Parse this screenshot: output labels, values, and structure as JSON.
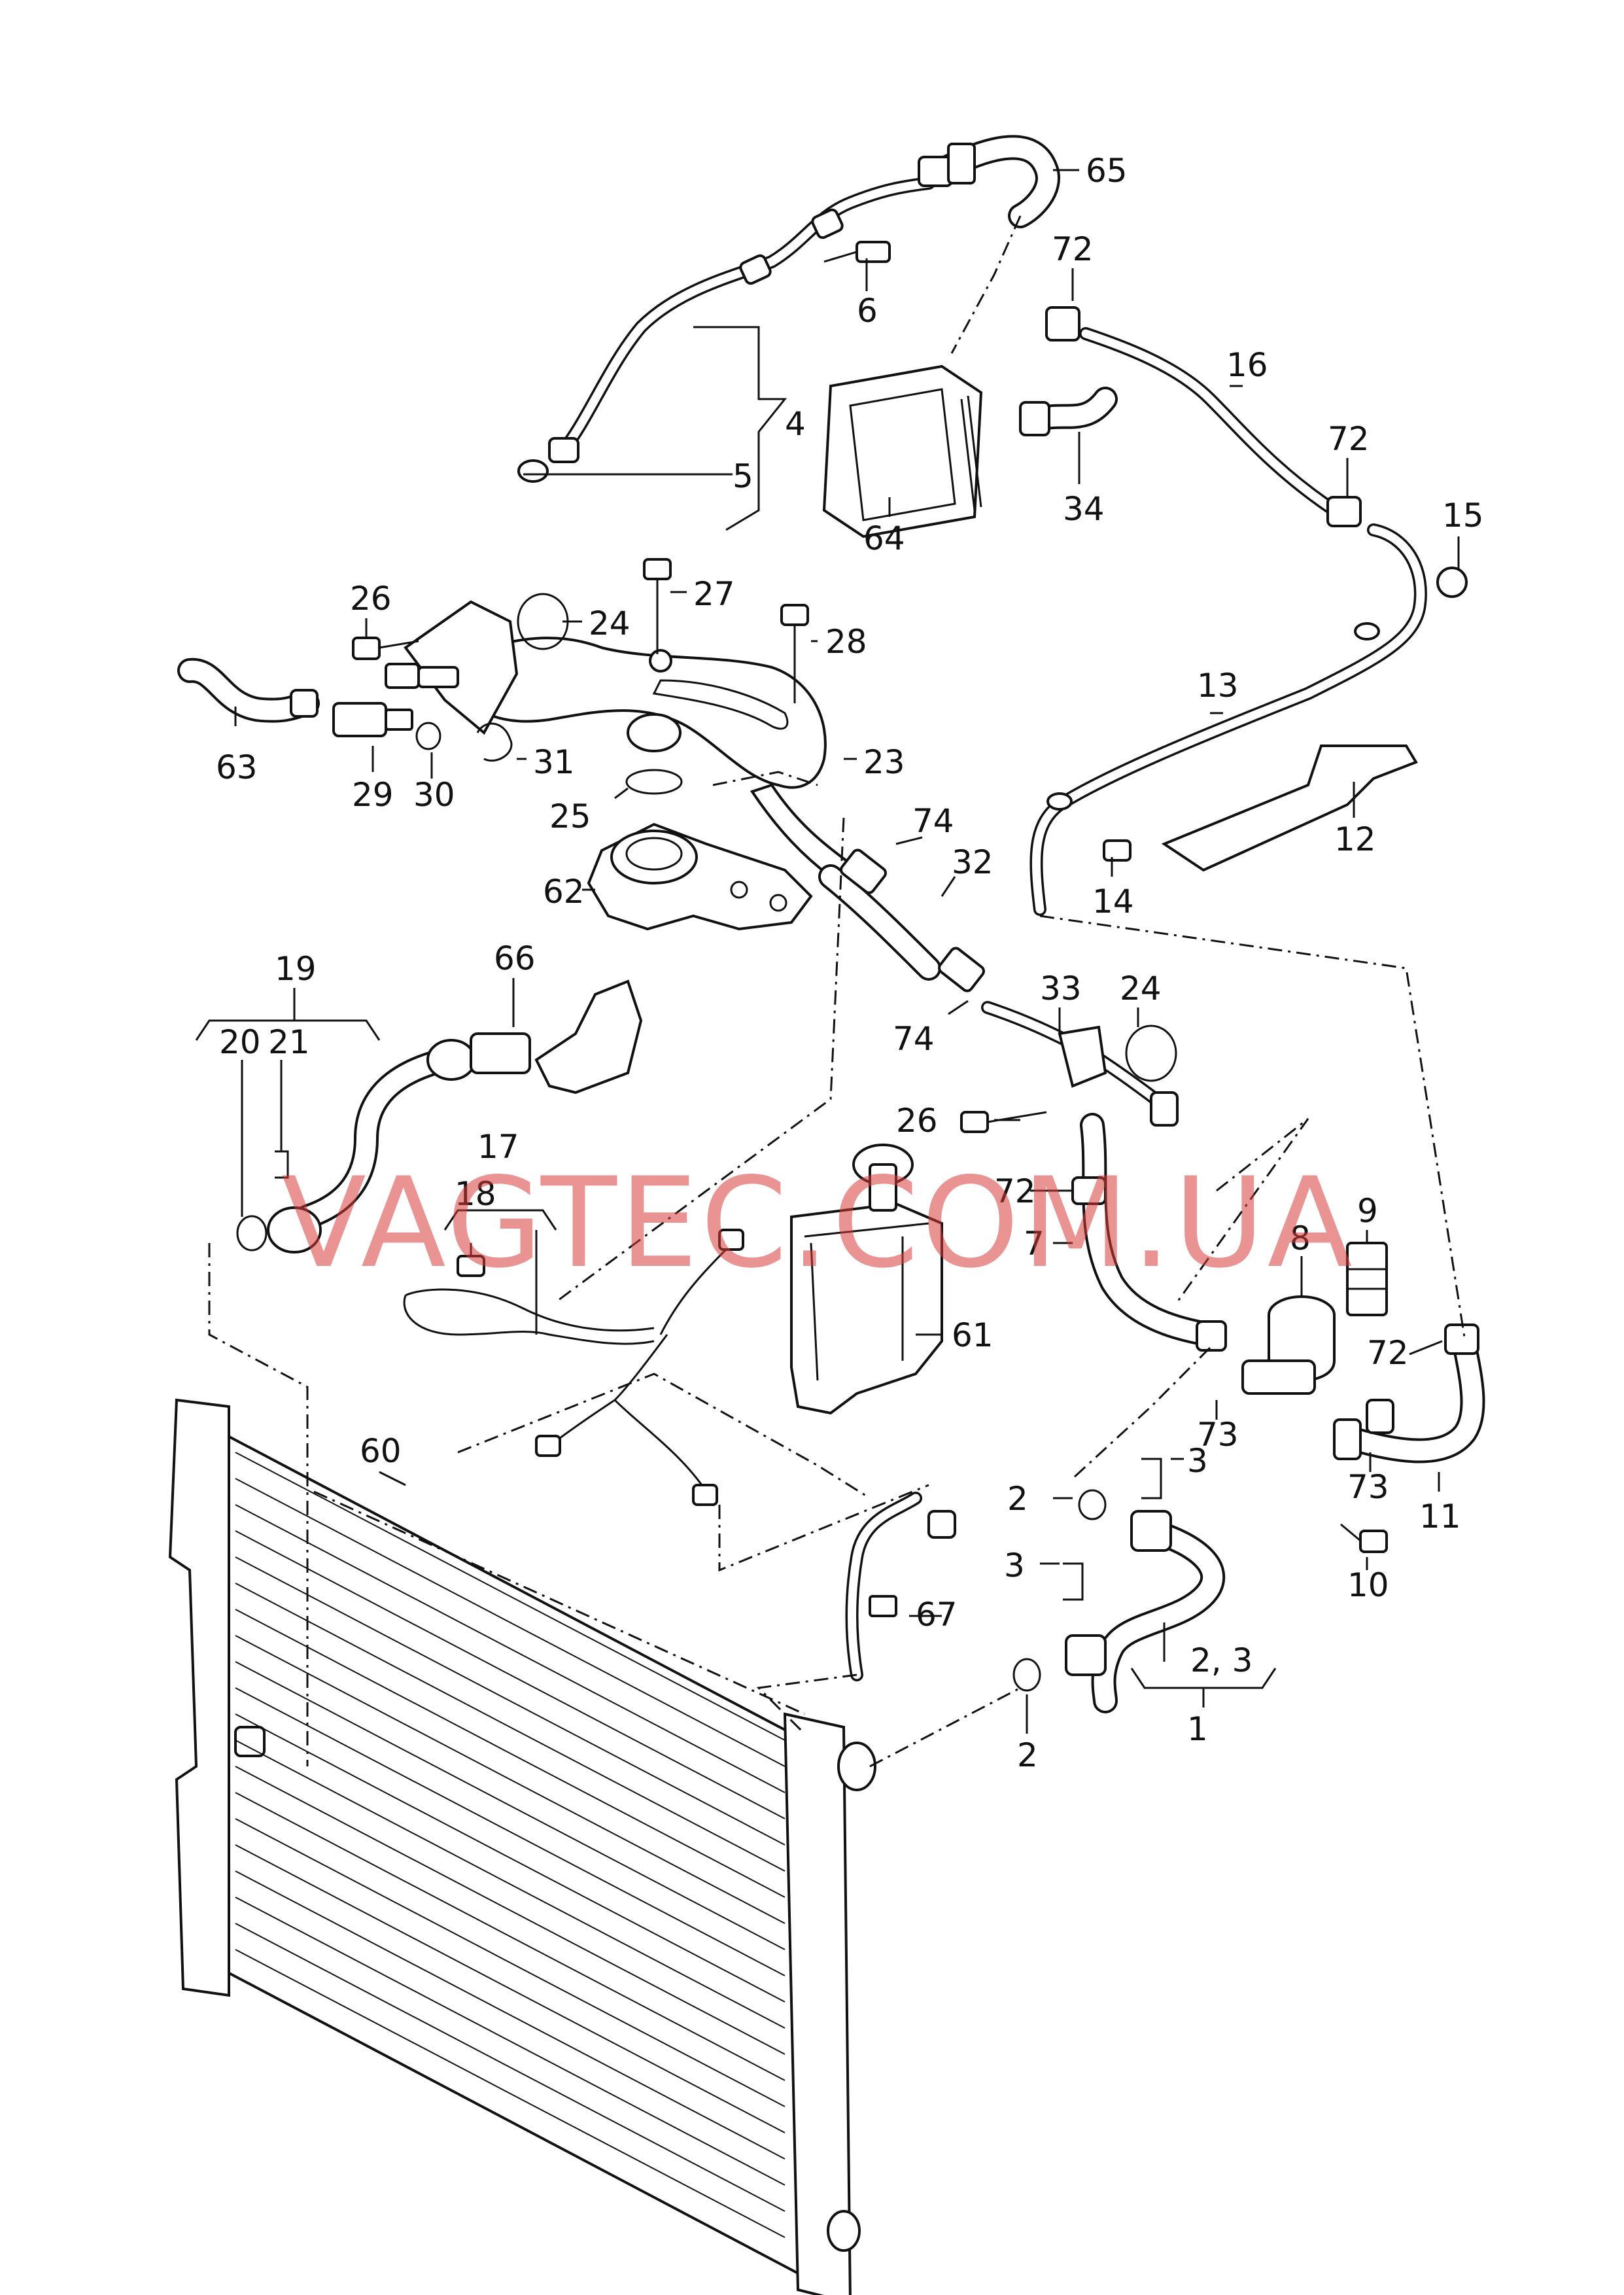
{
  "watermark": "VAGTEC.COM.UA",
  "colors": {
    "lines": "#111111",
    "watermark": "#d93a3a",
    "background": "#ffffff"
  },
  "labels": {
    "l65": "65",
    "l6": "6",
    "l72a": "72",
    "l16": "16",
    "l4": "4",
    "l5": "5",
    "l64": "64",
    "l34": "34",
    "l72b": "72",
    "l15": "15",
    "l26a": "26",
    "l27": "27",
    "l24a": "24",
    "l28": "28",
    "l13": "13",
    "l63": "63",
    "l29": "29",
    "l30": "30",
    "l31": "31",
    "l23": "23",
    "l12": "12",
    "l25": "25",
    "l74a": "74",
    "l32": "32",
    "l14": "14",
    "l62": "62",
    "l19": "19",
    "l66": "66",
    "l33": "33",
    "l24b": "24",
    "l20": "20",
    "l21": "21",
    "l74b": "74",
    "l26b": "26",
    "l17": "17",
    "l18": "18",
    "l72c": "72",
    "l9": "9",
    "l8": "8",
    "l7": "7",
    "l61": "61",
    "l72d": "72",
    "l73a": "73",
    "l60": "60",
    "l3a": "3",
    "l2a": "2",
    "l73b": "73",
    "l11": "11",
    "l10": "10",
    "l3b": "3",
    "l67": "67",
    "l23x": "2, 3",
    "l1": "1",
    "l2b": "2"
  }
}
